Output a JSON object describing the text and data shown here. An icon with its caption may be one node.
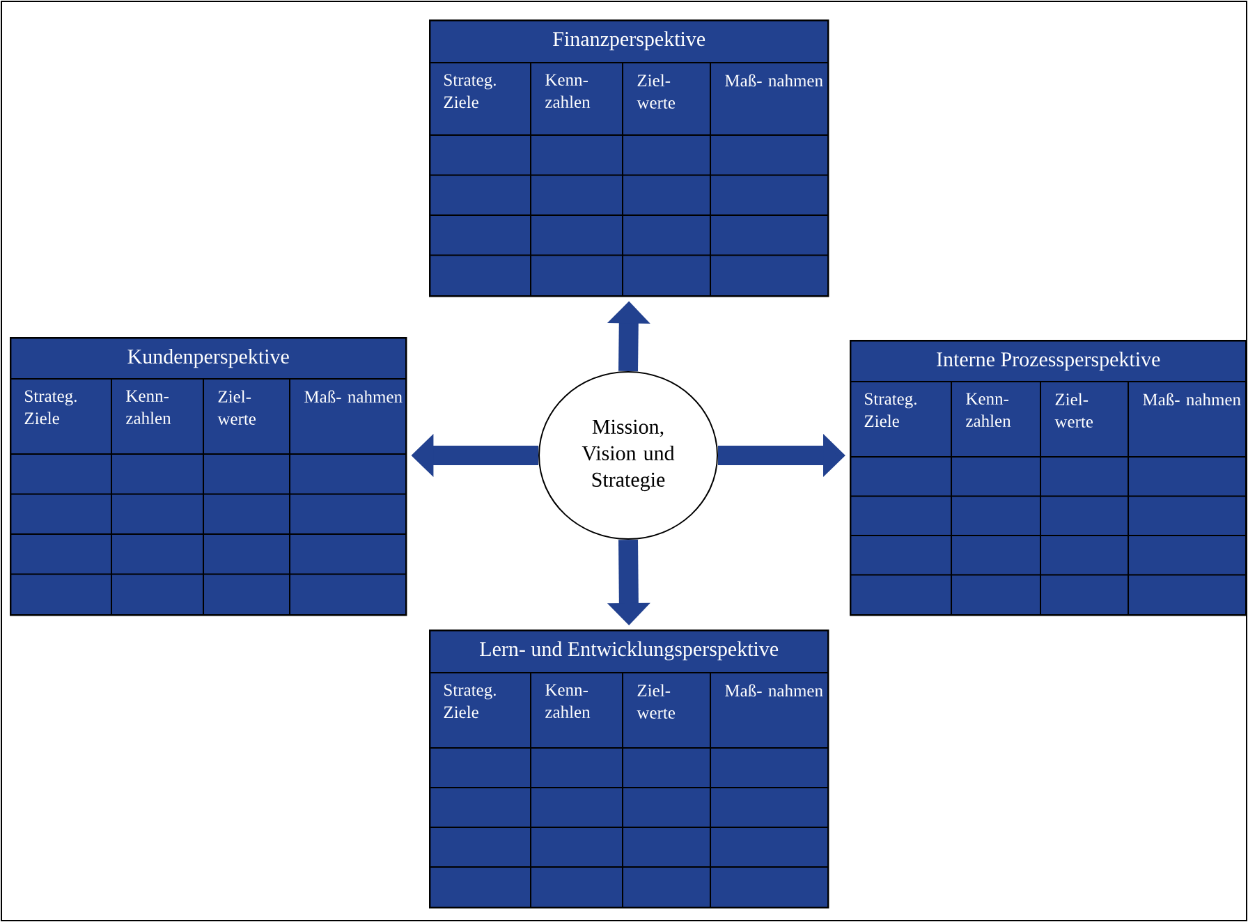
{
  "diagram": {
    "nodes": [
      {
        "text": [
          "Finanzperspektive"
        ]
      },
      {
        "text": [
          "Strateg. Ziele"
        ],
        "in": 0
      },
      {
        "text": [
          "Kenn- zahlen"
        ],
        "in": 0
      },
      {
        "text": [
          "Ziel- werte"
        ],
        "in": 0
      },
      {
        "text": [
          "Maß- nahmen"
        ],
        "in": 0
      },
      {
        "text": [
          "Kundenperspektive"
        ]
      },
      {
        "text": [
          "Strateg. Ziele"
        ],
        "in": 5
      },
      {
        "text": [
          "Kenn- zahlen"
        ],
        "in": 5
      },
      {
        "text": [
          "Ziel- werte"
        ],
        "in": 5
      },
      {
        "text": [
          "Maß- nahmen"
        ],
        "in": 5
      },
      {
        "text": [
          "Mission, Vision und Strategie"
        ]
      },
      {
        "text": [
          "Interne Prozessperspektive"
        ]
      },
      {
        "text": [
          "Strateg. Ziele"
        ],
        "in": 11
      },
      {
        "text": [
          "Kenn- zahlen"
        ],
        "in": 11
      },
      {
        "text": [
          "Ziel- werte"
        ],
        "in": 11
      },
      {
        "text": [
          "Maß- nahmen"
        ],
        "in": 11
      },
      {
        "text": [
          "Lern- und Entwicklungsperspektive"
        ]
      },
      {
        "text": [
          "Strateg. Ziele"
        ],
        "in": 16
      },
      {
        "text": [
          "Kenn- zahlen"
        ],
        "in": 16
      },
      {
        "text": [
          "Ziel- werte"
        ],
        "in": 16
      },
      {
        "text": [
          "Maß- nahmen"
        ],
        "in": 16
      }
    ],
    "edges": [
      {
        "from": 10,
        "to": 0,
        "arrow": "to"
      },
      {
        "from": 10,
        "to": 5,
        "arrow": "to"
      },
      {
        "from": 10,
        "to": 11,
        "arrow": "to"
      },
      {
        "from": 10,
        "to": 16,
        "arrow": "to"
      }
    ]
  }
}
